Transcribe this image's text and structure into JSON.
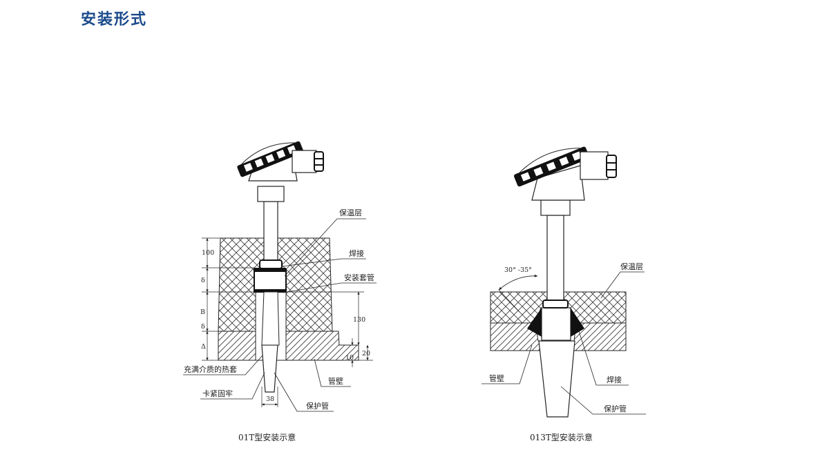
{
  "page": {
    "title": "安装形式",
    "title_color": "#1a4a8a"
  },
  "diagram_01T": {
    "caption": "01T型安装示意",
    "labels": {
      "insulation": "保温层",
      "weld": "焊接",
      "mount_sleeve": "安装套管",
      "medium_fill": "充满介质的热套",
      "clamp": "卡紧固牢",
      "pipe_wall": "管壁",
      "protect_tube": "保护管"
    },
    "dims": {
      "d100": "100",
      "delta1": "δ",
      "B": "B",
      "delta2": "δ",
      "Delta": "Δ",
      "d130": "130",
      "d20": "20",
      "d10": "10",
      "d38": "38"
    }
  },
  "diagram_013T": {
    "caption": "013T型安装示意",
    "labels": {
      "angle": "30° -35°",
      "insulation": "保温层",
      "pipe_wall": "管壁",
      "weld": "焊接",
      "protect_tube": "保护管"
    }
  }
}
